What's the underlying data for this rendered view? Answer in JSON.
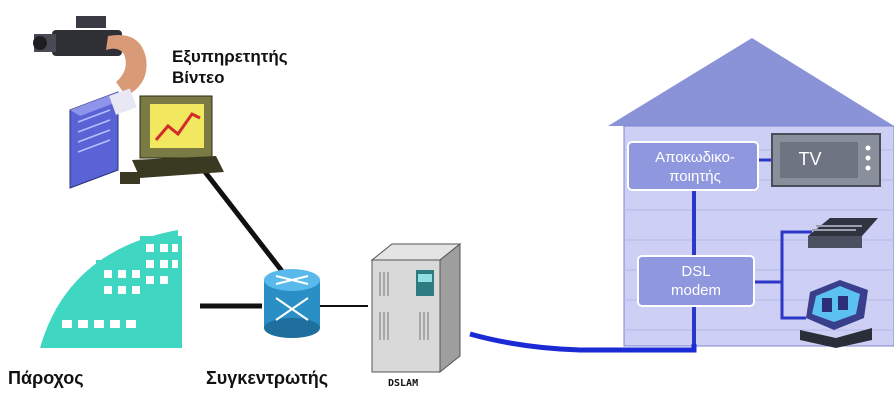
{
  "labels": {
    "video_server": [
      "Εξυπηρετητής",
      "Βίντεο"
    ],
    "provider": "Πάροχος",
    "router": "Συγκεντρωτής",
    "dslam": "DSLAM",
    "decoder": [
      "Αποκωδικο-",
      "ποιητής"
    ],
    "tv": "TV",
    "dsl_modem": [
      "DSL",
      "modem"
    ]
  },
  "colors": {
    "house_fill": "#c8ccf4",
    "roof": "#8a92d8",
    "building": "#3fd6c2",
    "router": "#2a8fc4",
    "dsl_line": "#1a2bd6",
    "box_fill": "#8f98de",
    "tv_body": "#8a8f9c"
  }
}
